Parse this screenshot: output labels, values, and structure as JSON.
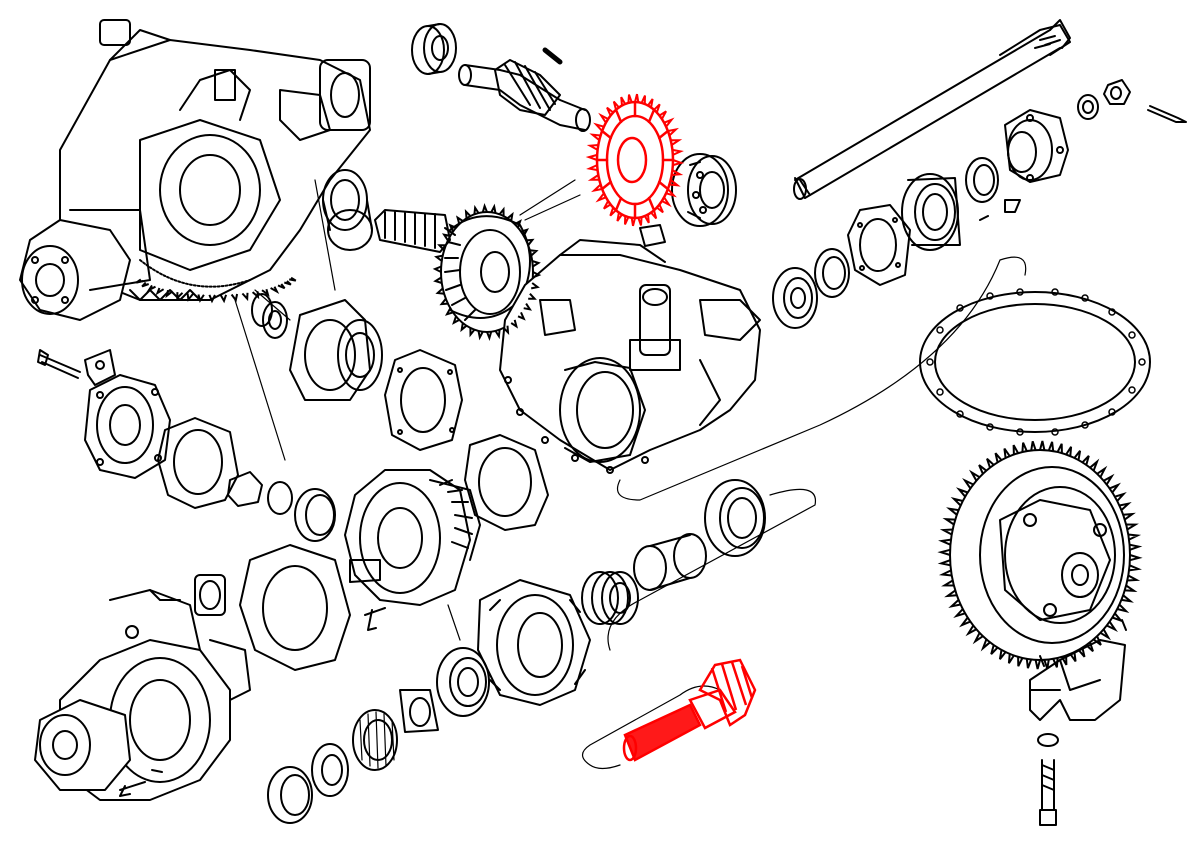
{
  "diagram": {
    "line_color": "#000000",
    "highlight_color": "#ff0000",
    "background": "#ffffff",
    "parts": [
      {
        "id": "differential-assembly-upper",
        "highlighted": false
      },
      {
        "id": "differential-assembly-lower",
        "highlighted": false
      },
      {
        "id": "differential-housing",
        "highlighted": false
      },
      {
        "id": "ring-gear-pinion-set",
        "highlighted": false
      },
      {
        "id": "ring-gear",
        "highlighted": true
      },
      {
        "id": "pinion-shaft",
        "highlighted": true
      },
      {
        "id": "drive-shaft",
        "highlighted": false
      },
      {
        "id": "large-ring-gear-carrier",
        "highlighted": false
      },
      {
        "id": "housing-gasket",
        "highlighted": false
      }
    ]
  }
}
